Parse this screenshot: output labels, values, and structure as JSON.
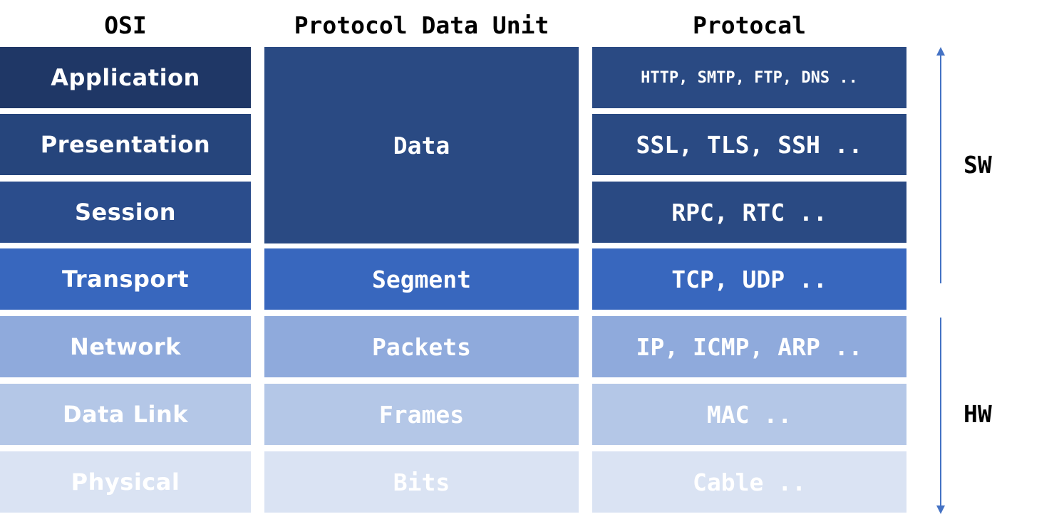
{
  "headers": {
    "osi": "OSI",
    "pdu": "Protocol Data Unit",
    "protocol": "Protocal"
  },
  "osi_layers": [
    "Application",
    "Presentation",
    "Session",
    "Transport",
    "Network",
    "Data Link",
    "Physical"
  ],
  "pdu": {
    "data": "Data",
    "segment": "Segment",
    "packets": "Packets",
    "frames": "Frames",
    "bits": "Bits"
  },
  "protocols": [
    "HTTP, SMTP, FTP, DNS ..",
    "SSL, TLS, SSH ..",
    "RPC, RTC ..",
    "TCP, UDP ..",
    "IP, ICMP, ARP ..",
    "MAC ..",
    "Cable .."
  ],
  "side_labels": {
    "software": "SW",
    "hardware": "HW"
  },
  "colors": {
    "application": "#1f3766",
    "presentation": "#26457c",
    "session": "#2b4d8c",
    "transport": "#3867be",
    "network": "#8faadc",
    "data_link": "#b4c7e7",
    "physical": "#dae3f3",
    "data_block": "#2a4a83",
    "arrow": "#4472c4"
  },
  "icons": {
    "sw_arrow": "arrow-up-icon",
    "hw_arrow": "arrow-down-icon"
  }
}
